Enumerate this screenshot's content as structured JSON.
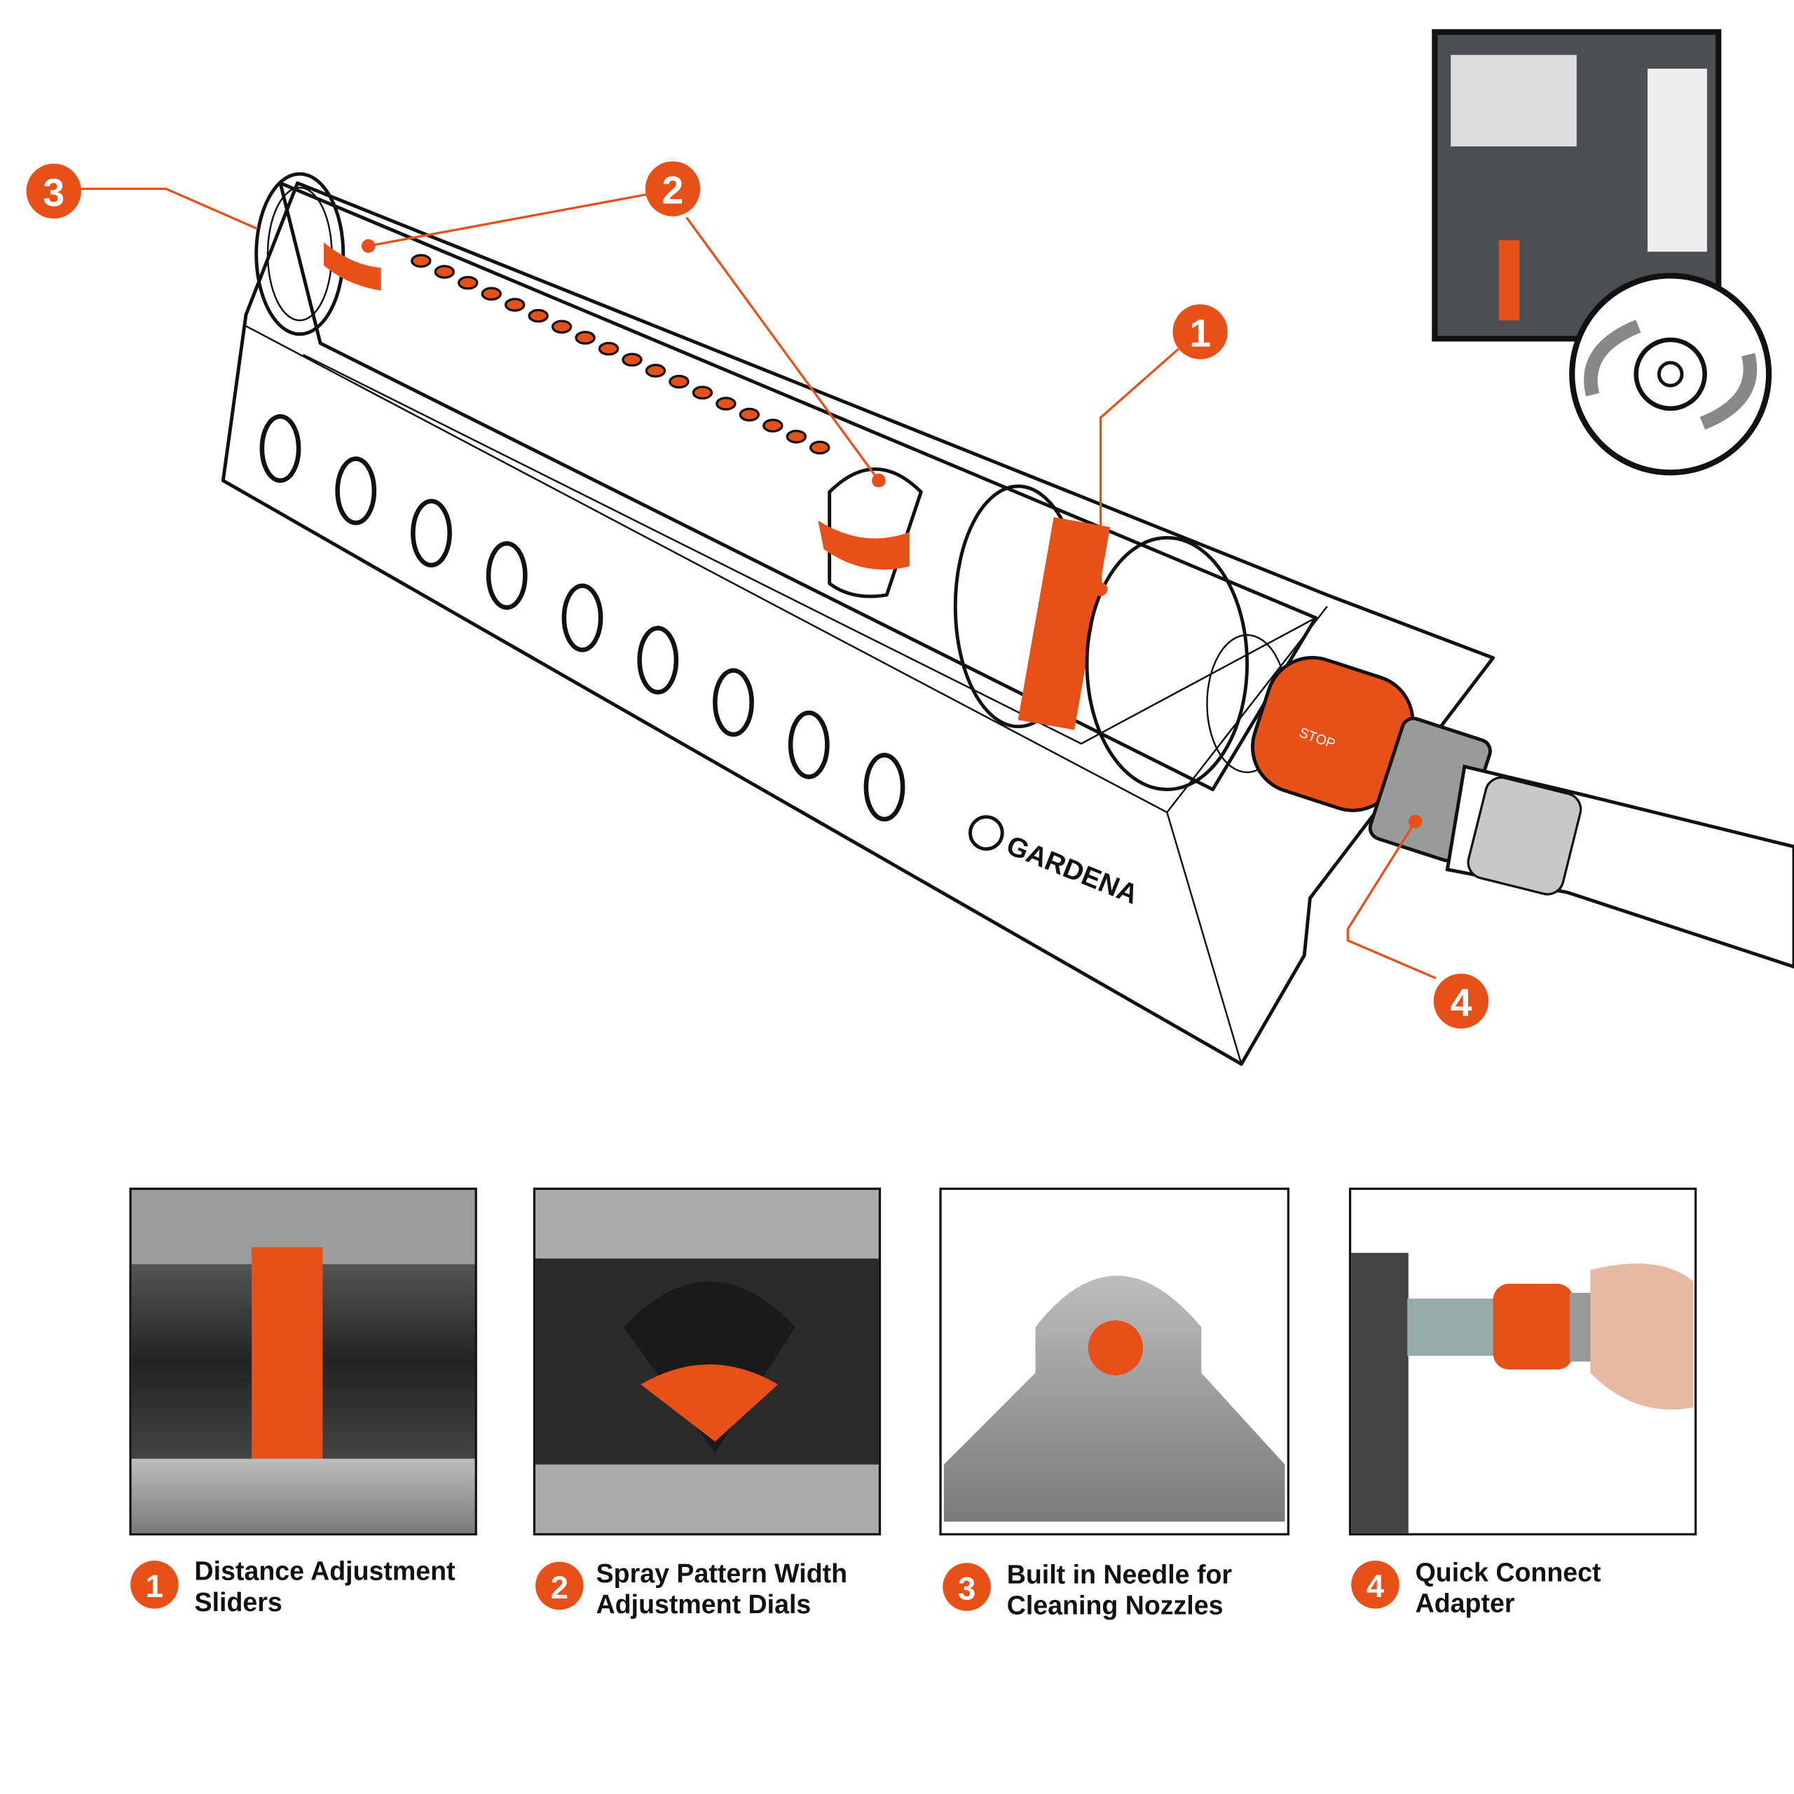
{
  "brand": {
    "logo_text": "GARDENA",
    "stop_label": "STOP"
  },
  "callouts": [
    {
      "number": "1"
    },
    {
      "number": "2"
    },
    {
      "number": "3"
    },
    {
      "number": "4"
    }
  ],
  "features": [
    {
      "number": "1",
      "line1": "Distance Adjustment",
      "line2": "Sliders"
    },
    {
      "number": "2",
      "line1": "Spray Pattern Width",
      "line2": "Adjustment Dials"
    },
    {
      "number": "3",
      "line1": "Built in Needle for",
      "line2": "Cleaning Nozzles"
    },
    {
      "number": "4",
      "line1": "Quick Connect",
      "line2": "Adapter"
    }
  ],
  "colors": {
    "accent": "#e8501a",
    "outline": "#111111",
    "gray": "#8a8a8a"
  }
}
